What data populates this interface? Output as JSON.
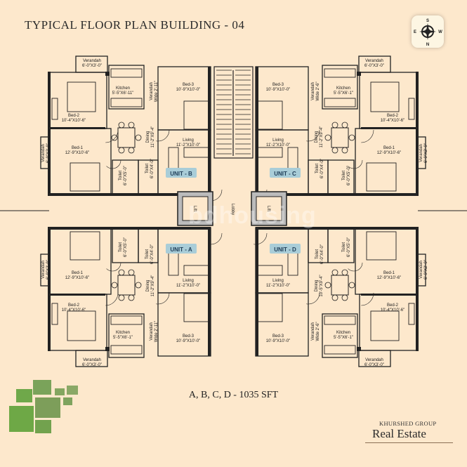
{
  "title": "TYPICAL FLOOR PLAN BUILDING - 04",
  "area_note": "A, B, C, D - 1035 SFT",
  "compass": {
    "n": "N",
    "s": "S",
    "e": "E",
    "w": "W"
  },
  "core": {
    "lift_label": "Lift",
    "lobby_label": "Lobby"
  },
  "watermark": "bdhousing",
  "logo": {
    "group": "KHURSHED GROUP",
    "main": "Real Estate"
  },
  "colors": {
    "background": "#fde8cc",
    "wall": "#222222",
    "badge": "#a9cdd8",
    "green": "#7aa85a"
  },
  "units": [
    {
      "id": "B",
      "badge": "UNIT - B",
      "rooms": [
        {
          "key": "verandah",
          "name": "Verandah",
          "size": "6'-0\"X3'-0\""
        },
        {
          "key": "kitchen",
          "name": "Kitchen",
          "size": "5'-5\"X6'-11\""
        },
        {
          "key": "verandah_wide",
          "name": "Verandah",
          "size": "Wide 2'-11\""
        },
        {
          "key": "bed3",
          "name": "Bed-3",
          "size": "10'-9\"X10'-0\""
        },
        {
          "key": "bed2",
          "name": "Bed-2",
          "size": "10'-4\"X10'-6\""
        },
        {
          "key": "dining",
          "name": "Dining",
          "size": "11'-2\"X9'-4\""
        },
        {
          "key": "bed1",
          "name": "Bed-1",
          "size": "12'-9\"X10'-6\""
        },
        {
          "key": "living",
          "name": "Living",
          "size": "11'-2\"X10'-0\""
        },
        {
          "key": "toilet1",
          "name": "Toilet",
          "size": "6'-0\"X5'-0\""
        },
        {
          "key": "toilet2",
          "name": "Toilet",
          "size": "6'-0\"X4'-0\""
        },
        {
          "key": "side_verandah",
          "name": "Verandah",
          "size": "6'-9\"X2'-9\""
        }
      ]
    },
    {
      "id": "C",
      "badge": "UNIT - C",
      "rooms": [
        {
          "key": "verandah",
          "name": "Verandah",
          "size": "6'-0\"X3'-0\""
        },
        {
          "key": "kitchen",
          "name": "Kitchen",
          "size": "5'-5\"X6'-1\""
        },
        {
          "key": "verandah_wide",
          "name": "Verandah",
          "size": "Wide 2'-6\""
        },
        {
          "key": "bed3",
          "name": "Bed-3",
          "size": "10'-9\"X10'-0\""
        },
        {
          "key": "bed2",
          "name": "Bed-2",
          "size": "10'-4\"X10'-6\""
        },
        {
          "key": "dining",
          "name": "Dining",
          "size": "11'-2\"X9'-4\""
        },
        {
          "key": "bed1",
          "name": "Bed-1",
          "size": "12'-9\"X10'-6\""
        },
        {
          "key": "living",
          "name": "Living",
          "size": "11'-2\"X10'-0\""
        },
        {
          "key": "toilet1",
          "name": "Toilet",
          "size": "6'-0\"X5'-0\""
        },
        {
          "key": "toilet2",
          "name": "Toilet",
          "size": "6'-0\"X4'-0\""
        },
        {
          "key": "side_verandah",
          "name": "Verandah",
          "size": "6'-9\"X2'-9\""
        }
      ]
    },
    {
      "id": "A",
      "badge": "UNIT - A",
      "rooms": [
        {
          "key": "verandah",
          "name": "Verandah",
          "size": "6'-0\"X3'-0\""
        },
        {
          "key": "kitchen",
          "name": "Kitchen",
          "size": "5'-5\"X6'-1\""
        },
        {
          "key": "verandah_wide",
          "name": "Verandah",
          "size": "Wide 2'-11\""
        },
        {
          "key": "bed3",
          "name": "Bed-3",
          "size": "10'-9\"X10'-0\""
        },
        {
          "key": "bed2",
          "name": "Bed-2",
          "size": "10'-4\"X10'-6\""
        },
        {
          "key": "dining",
          "name": "Dining",
          "size": "11'-2\"X9'-4\""
        },
        {
          "key": "bed1",
          "name": "Bed-1",
          "size": "12'-9\"X10'-6\""
        },
        {
          "key": "living",
          "name": "Living",
          "size": "11'-2\"X10'-0\""
        },
        {
          "key": "toilet1",
          "name": "Toilet",
          "size": "6'-0\"X5'-0\""
        },
        {
          "key": "toilet2",
          "name": "Toilet",
          "size": "6'-0\"X4'-0\""
        },
        {
          "key": "side_verandah",
          "name": "Verandah",
          "size": "6'-9\"X2'-9\""
        }
      ]
    },
    {
      "id": "D",
      "badge": "UNIT - D",
      "rooms": [
        {
          "key": "verandah",
          "name": "Verandah",
          "size": "6'-0\"X3'-0\""
        },
        {
          "key": "kitchen",
          "name": "Kitchen",
          "size": "5'-5\"X6'-1\""
        },
        {
          "key": "verandah_wide",
          "name": "Verandah",
          "size": "Wide 2'-6\""
        },
        {
          "key": "bed3",
          "name": "Bed-3",
          "size": "10'-9\"X10'-0\""
        },
        {
          "key": "bed2",
          "name": "Bed-2",
          "size": "10'-4\"X10'-6\""
        },
        {
          "key": "dining",
          "name": "Dining",
          "size": "10'-5\"X9'-4\""
        },
        {
          "key": "bed1",
          "name": "Bed-1",
          "size": "12'-9\"X10'-6\""
        },
        {
          "key": "living",
          "name": "Living",
          "size": "11'-2\"X10'-0\""
        },
        {
          "key": "toilet1",
          "name": "Toilet",
          "size": "6'-0\"X5'-0\""
        },
        {
          "key": "toilet2",
          "name": "Toilet",
          "size": "6'-0\"X4'-0\""
        },
        {
          "key": "side_verandah",
          "name": "Verandah",
          "size": "6'-9\"X2'-9\""
        }
      ]
    }
  ]
}
